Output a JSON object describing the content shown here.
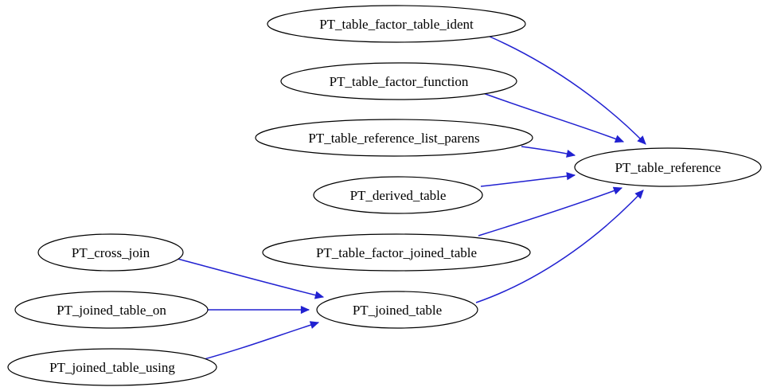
{
  "diagram": {
    "type": "directed-graph",
    "background": "#ffffff",
    "node_fill": "#ffffff",
    "node_stroke": "#000000",
    "edge_color": "#2121d1",
    "nodes": [
      {
        "id": "PT_table_factor_table_ident",
        "label": "PT_table_factor_table_ident"
      },
      {
        "id": "PT_table_factor_function",
        "label": "PT_table_factor_function"
      },
      {
        "id": "PT_table_reference_list_parens",
        "label": "PT_table_reference_list_parens"
      },
      {
        "id": "PT_derived_table",
        "label": "PT_derived_table"
      },
      {
        "id": "PT_table_factor_joined_table",
        "label": "PT_table_factor_joined_table"
      },
      {
        "id": "PT_cross_join",
        "label": "PT_cross_join"
      },
      {
        "id": "PT_joined_table_on",
        "label": "PT_joined_table_on"
      },
      {
        "id": "PT_joined_table_using",
        "label": "PT_joined_table_using"
      },
      {
        "id": "PT_joined_table",
        "label": "PT_joined_table"
      },
      {
        "id": "PT_table_reference",
        "label": "PT_table_reference"
      }
    ],
    "edges": [
      {
        "from": "PT_table_factor_table_ident",
        "to": "PT_table_reference"
      },
      {
        "from": "PT_table_factor_function",
        "to": "PT_table_reference"
      },
      {
        "from": "PT_table_reference_list_parens",
        "to": "PT_table_reference"
      },
      {
        "from": "PT_derived_table",
        "to": "PT_table_reference"
      },
      {
        "from": "PT_table_factor_joined_table",
        "to": "PT_table_reference"
      },
      {
        "from": "PT_joined_table",
        "to": "PT_table_reference"
      },
      {
        "from": "PT_cross_join",
        "to": "PT_joined_table"
      },
      {
        "from": "PT_joined_table_on",
        "to": "PT_joined_table"
      },
      {
        "from": "PT_joined_table_using",
        "to": "PT_joined_table"
      }
    ]
  }
}
